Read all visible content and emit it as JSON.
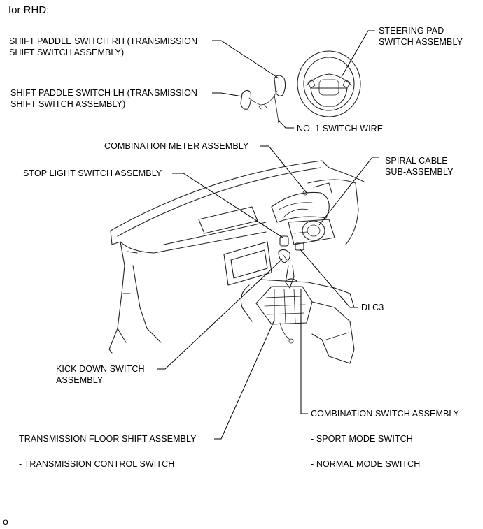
{
  "header": {
    "region_label": "for RHD:"
  },
  "labels": {
    "steering_pad": "STEERING PAD\nSWITCH ASSEMBLY",
    "paddle_rh": "SHIFT PADDLE SWITCH RH (TRANSMISSION\nSHIFT SWITCH ASSEMBLY)",
    "paddle_lh": "SHIFT PADDLE SWITCH LH (TRANSMISSION\nSHIFT SWITCH ASSEMBLY)",
    "switch_wire": "NO. 1 SWITCH WIRE",
    "combination_meter": "COMBINATION METER ASSEMBLY",
    "stop_light": "STOP LIGHT SWITCH ASSEMBLY",
    "spiral_cable": "SPIRAL CABLE\nSUB-ASSEMBLY",
    "dlc3": "DLC3",
    "kick_down": "KICK DOWN SWITCH\nASSEMBLY",
    "combination_switch": "COMBINATION SWITCH ASSEMBLY",
    "floor_shift": "TRANSMISSION FLOOR SHIFT ASSEMBLY",
    "sport_mode": "- SPORT MODE SWITCH",
    "transmission_control": "- TRANSMISSION CONTROL SWITCH",
    "normal_mode": "- NORMAL MODE SWITCH"
  },
  "footer": {
    "mark": "o"
  }
}
